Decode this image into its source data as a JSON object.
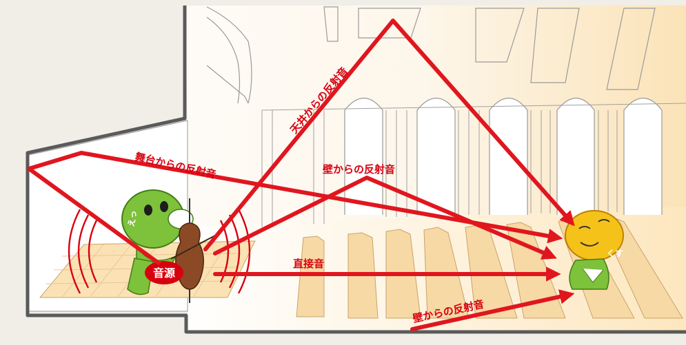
{
  "diagram": {
    "labels": {
      "source": "音源",
      "direct": "直接音",
      "ceiling": "天井からの反射音",
      "stage": "舞台からの反射音",
      "wall_upper": "壁からの反射音",
      "wall_lower": "壁からの反射音"
    },
    "characters": {
      "performer_tag": "えっ",
      "listener_tag": "くす"
    },
    "colors": {
      "arrow": "#e0161f",
      "background": "#f1eee8",
      "hall_floor_light": "#fdf3de",
      "hall_wall_warm": "#fbe6c3",
      "outline": "#5a5a5a",
      "character_green": "#7ec13a",
      "listener_yellow": "#f5c21a",
      "cello_brown": "#8b4a25"
    }
  }
}
